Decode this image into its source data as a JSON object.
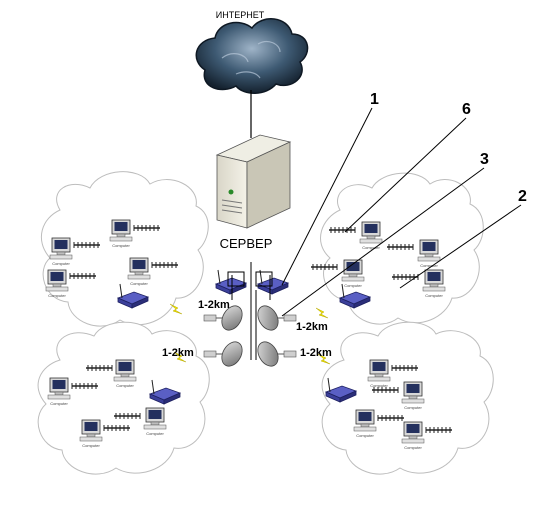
{
  "internet": {
    "label": "ИНТЕРНЕТ"
  },
  "server": {
    "label": "СЕРВЕР"
  },
  "callouts": [
    "1",
    "6",
    "3",
    "2"
  ],
  "links": [
    "1-2km",
    "1-2km",
    "1-2km",
    "1-2km"
  ],
  "pc_label": "Computer",
  "colors": {
    "cloud_dark": "#1f3346",
    "cloud_light": "#8aa1b8",
    "router": "#3b3f9a",
    "bolt": "#f2e400",
    "antenna_dish": "#8c8c8c"
  }
}
